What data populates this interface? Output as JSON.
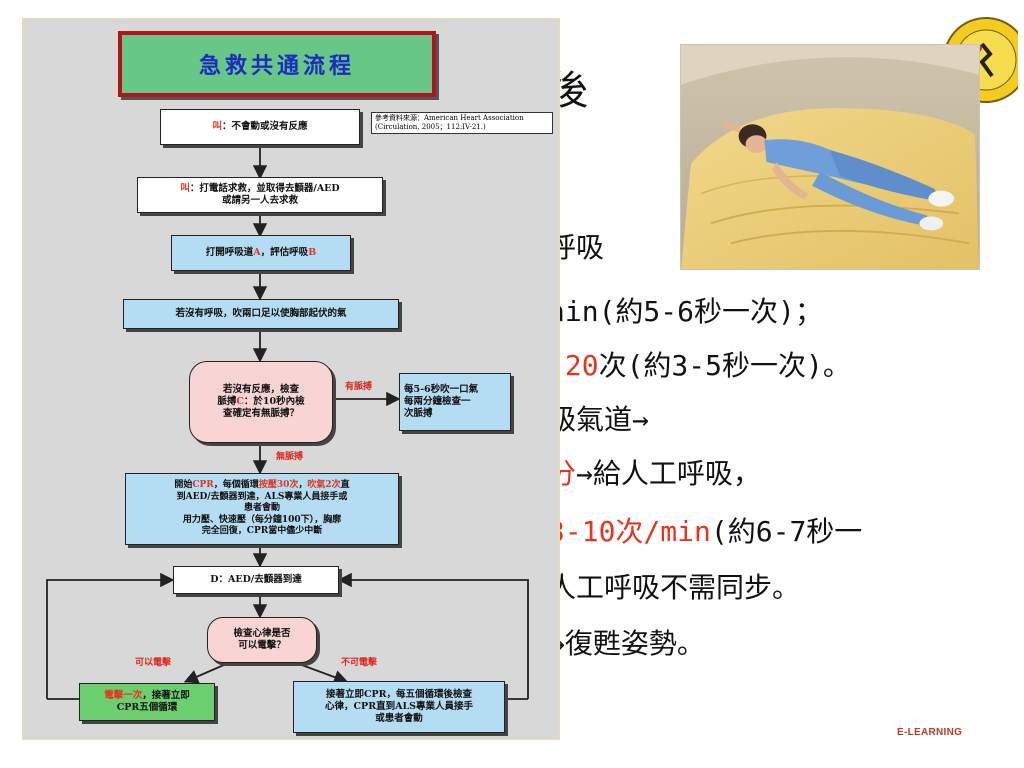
{
  "slide": {
    "title_partial": "後",
    "lines": [
      {
        "segments": [
          {
            "text": "呼吸",
            "red": false
          }
        ]
      },
      {
        "segments": [
          {
            "text": "nin(約5-6秒一次)；",
            "red": false
          }
        ]
      },
      {
        "segments": [
          {
            "text": "-20",
            "red": true
          },
          {
            "text": "次(約3-5秒一次)。",
            "red": false
          }
        ]
      },
      {
        "segments": [
          {
            "text": "級氣道→",
            "red": false
          }
        ]
      },
      {
        "segments": [
          {
            "text": "分",
            "red": true
          },
          {
            "text": "→給人工呼吸，",
            "red": false
          }
        ]
      },
      {
        "segments": [
          {
            "text": "3-10次/min",
            "red": true
          },
          {
            "text": "(約6-7秒一",
            "red": false
          }
        ]
      },
      {
        "segments": [
          {
            "text": "人工呼吸不需同步。",
            "red": false
          }
        ]
      },
      {
        "segments": [
          {
            "text": "→復甦姿勢。",
            "red": false
          }
        ]
      }
    ],
    "footer": "E-LEARNING"
  },
  "flowchart": {
    "title": "急救共通流程",
    "reference_line1": "參考資料來源：American Heart Association",
    "reference_line2": "(Circulation, 2005；112:IV-21.)",
    "step1": {
      "red": "叫",
      "text": "：不會動或沒有反應"
    },
    "step2": {
      "red": "叫",
      "text": "：打電話求救，並取得去顫器/AED",
      "text2": "或請另一人去求救"
    },
    "step3": {
      "a": "打開呼吸道",
      "b": "A",
      "c": "，評估呼吸",
      "d": "B"
    },
    "step4": "若沒有呼吸，吹兩口足以使胸部起伏的氣",
    "decision1": {
      "a": "若沒有反應，檢查",
      "b": "脈搏",
      "c": "C",
      "d": "：於10秒內檢",
      "e": "查確定有無脈搏？"
    },
    "label_has_pulse": "有脈搏",
    "has_pulse_box": {
      "l1": "每5-6秒吹一口氣",
      "l2": "每兩分鐘檢查一",
      "l3": "次脈搏"
    },
    "label_no_pulse": "無脈搏",
    "cpr_box": {
      "a": "開始",
      "b": "CPR",
      "c": "，每個循環",
      "d": "按壓30次",
      "e": "，",
      "f": "吹氣2次",
      "g": "直",
      "l2": "到AED/去顫器到達，ALS專業人員接手或",
      "l3": "患者會動",
      "l4": "用力壓、快速壓（每分鐘100下），胸廓",
      "l5": "完全回復，CPR當中儘少中斷"
    },
    "aed_box": {
      "a": "D",
      "b": "：AED/去顫器到達"
    },
    "decision2": {
      "l1": "檢查心律是否",
      "l2": "可以電擊？"
    },
    "label_shockable": "可以電擊",
    "label_not_shockable": "不可電擊",
    "shock_box": {
      "a": "電擊一次",
      "b": "，接著立即",
      "l2": "CPR五個循環"
    },
    "noshock_box": {
      "l1": "接著立即CPR，每五個循環後檢查",
      "l2": "心律，CPR直到ALS專業人員接手",
      "l3": "或患者會動"
    }
  },
  "colors": {
    "red_accent": "#e8331e",
    "title_bg": "#67c784",
    "title_text": "#1d2cc0",
    "box_blue": "#b4dcf2",
    "box_pink": "#f9d4d4",
    "box_green": "#6ccf6e",
    "panel_bg": "#d8d8d8"
  },
  "icons": {
    "logo": "society-emblem-logo",
    "photo": "recovery-position-photo"
  }
}
